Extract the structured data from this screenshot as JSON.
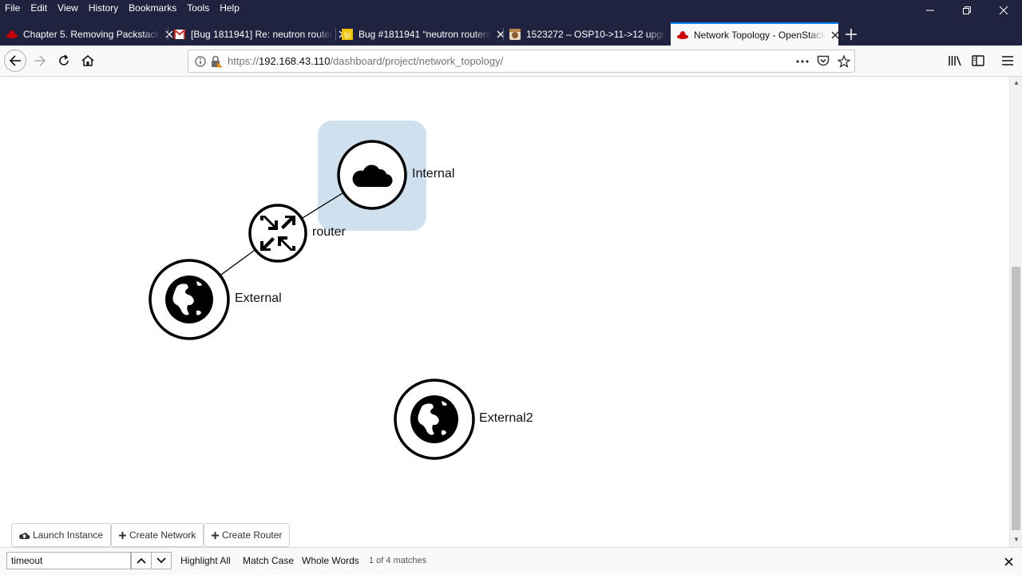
{
  "menu": [
    "File",
    "Edit",
    "View",
    "History",
    "Bookmarks",
    "Tools",
    "Help"
  ],
  "tabs": [
    {
      "title": "Chapter 5. Removing Packstack",
      "favicon": "redhat-icon",
      "active": false
    },
    {
      "title": "[Bug 1811941] Re: neutron router",
      "favicon": "gmail-icon",
      "active": false
    },
    {
      "title": "Bug #1811941 “neutron routers",
      "favicon": "launchpad-icon",
      "active": false
    },
    {
      "title": "1523272 – OSP10->11->12 upgr",
      "favicon": "bugzilla-icon",
      "active": false
    },
    {
      "title": "Network Topology - OpenStack",
      "favicon": "redhat-icon",
      "active": true
    }
  ],
  "url": {
    "scheme": "https://",
    "host": "192.168.43.110",
    "path": "/dashboard/project/network_topology/"
  },
  "topology": {
    "nodes": [
      {
        "label": "Internal",
        "type": "network",
        "icon": "cloud-icon",
        "highlighted": true
      },
      {
        "label": "router",
        "type": "router",
        "icon": "router-arrows-icon",
        "highlighted": false
      },
      {
        "label": "External",
        "type": "network",
        "icon": "globe-icon",
        "highlighted": false
      },
      {
        "label": "External2",
        "type": "network",
        "icon": "globe-icon",
        "highlighted": false
      }
    ]
  },
  "actions": {
    "launch_instance": "Launch Instance",
    "create_network": "Create Network",
    "create_router": "Create Router"
  },
  "findbar": {
    "query": "timeout",
    "highlight_all": "Highlight All",
    "match_case": "Match Case",
    "whole_words": "Whole Words",
    "status": "1 of 4 matches"
  },
  "colors": {
    "chrome_dark": "#202340",
    "highlight_bg": "#cfe0ee",
    "tab_accent": "#0a84ff"
  }
}
